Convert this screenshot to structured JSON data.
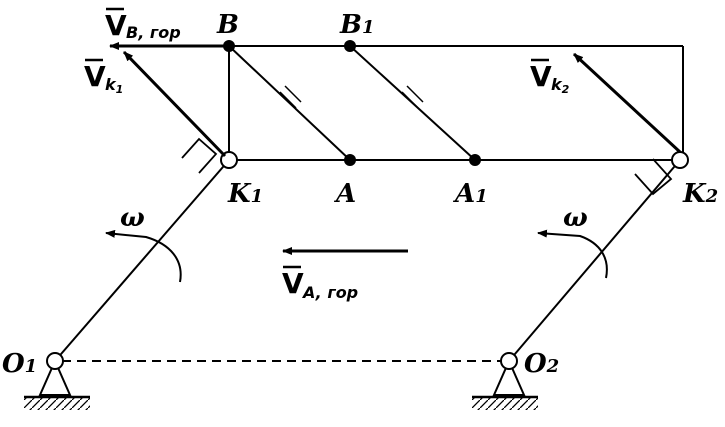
{
  "points": {
    "B": "B",
    "B1_main": "B",
    "B1_sub": "1",
    "K1_main": "K",
    "K1_sub": "1",
    "A": "A",
    "A1_main": "A",
    "A1_sub": "1",
    "K2_main": "K",
    "K2_sub": "2",
    "O1_main": "O",
    "O1_sub": "1",
    "O2_main": "O",
    "O2_sub": "2"
  },
  "vectors": {
    "vb_main": "V",
    "vb_sub": "B, гор",
    "vk1_main": "V",
    "vk1_sub": "k",
    "vk1_subsub": "1",
    "vk2_main": "V",
    "vk2_sub": "k",
    "vk2_subsub": "2",
    "va_main": "V",
    "va_sub": "A, гор"
  },
  "omega_left": "ω",
  "omega_right": "ω"
}
